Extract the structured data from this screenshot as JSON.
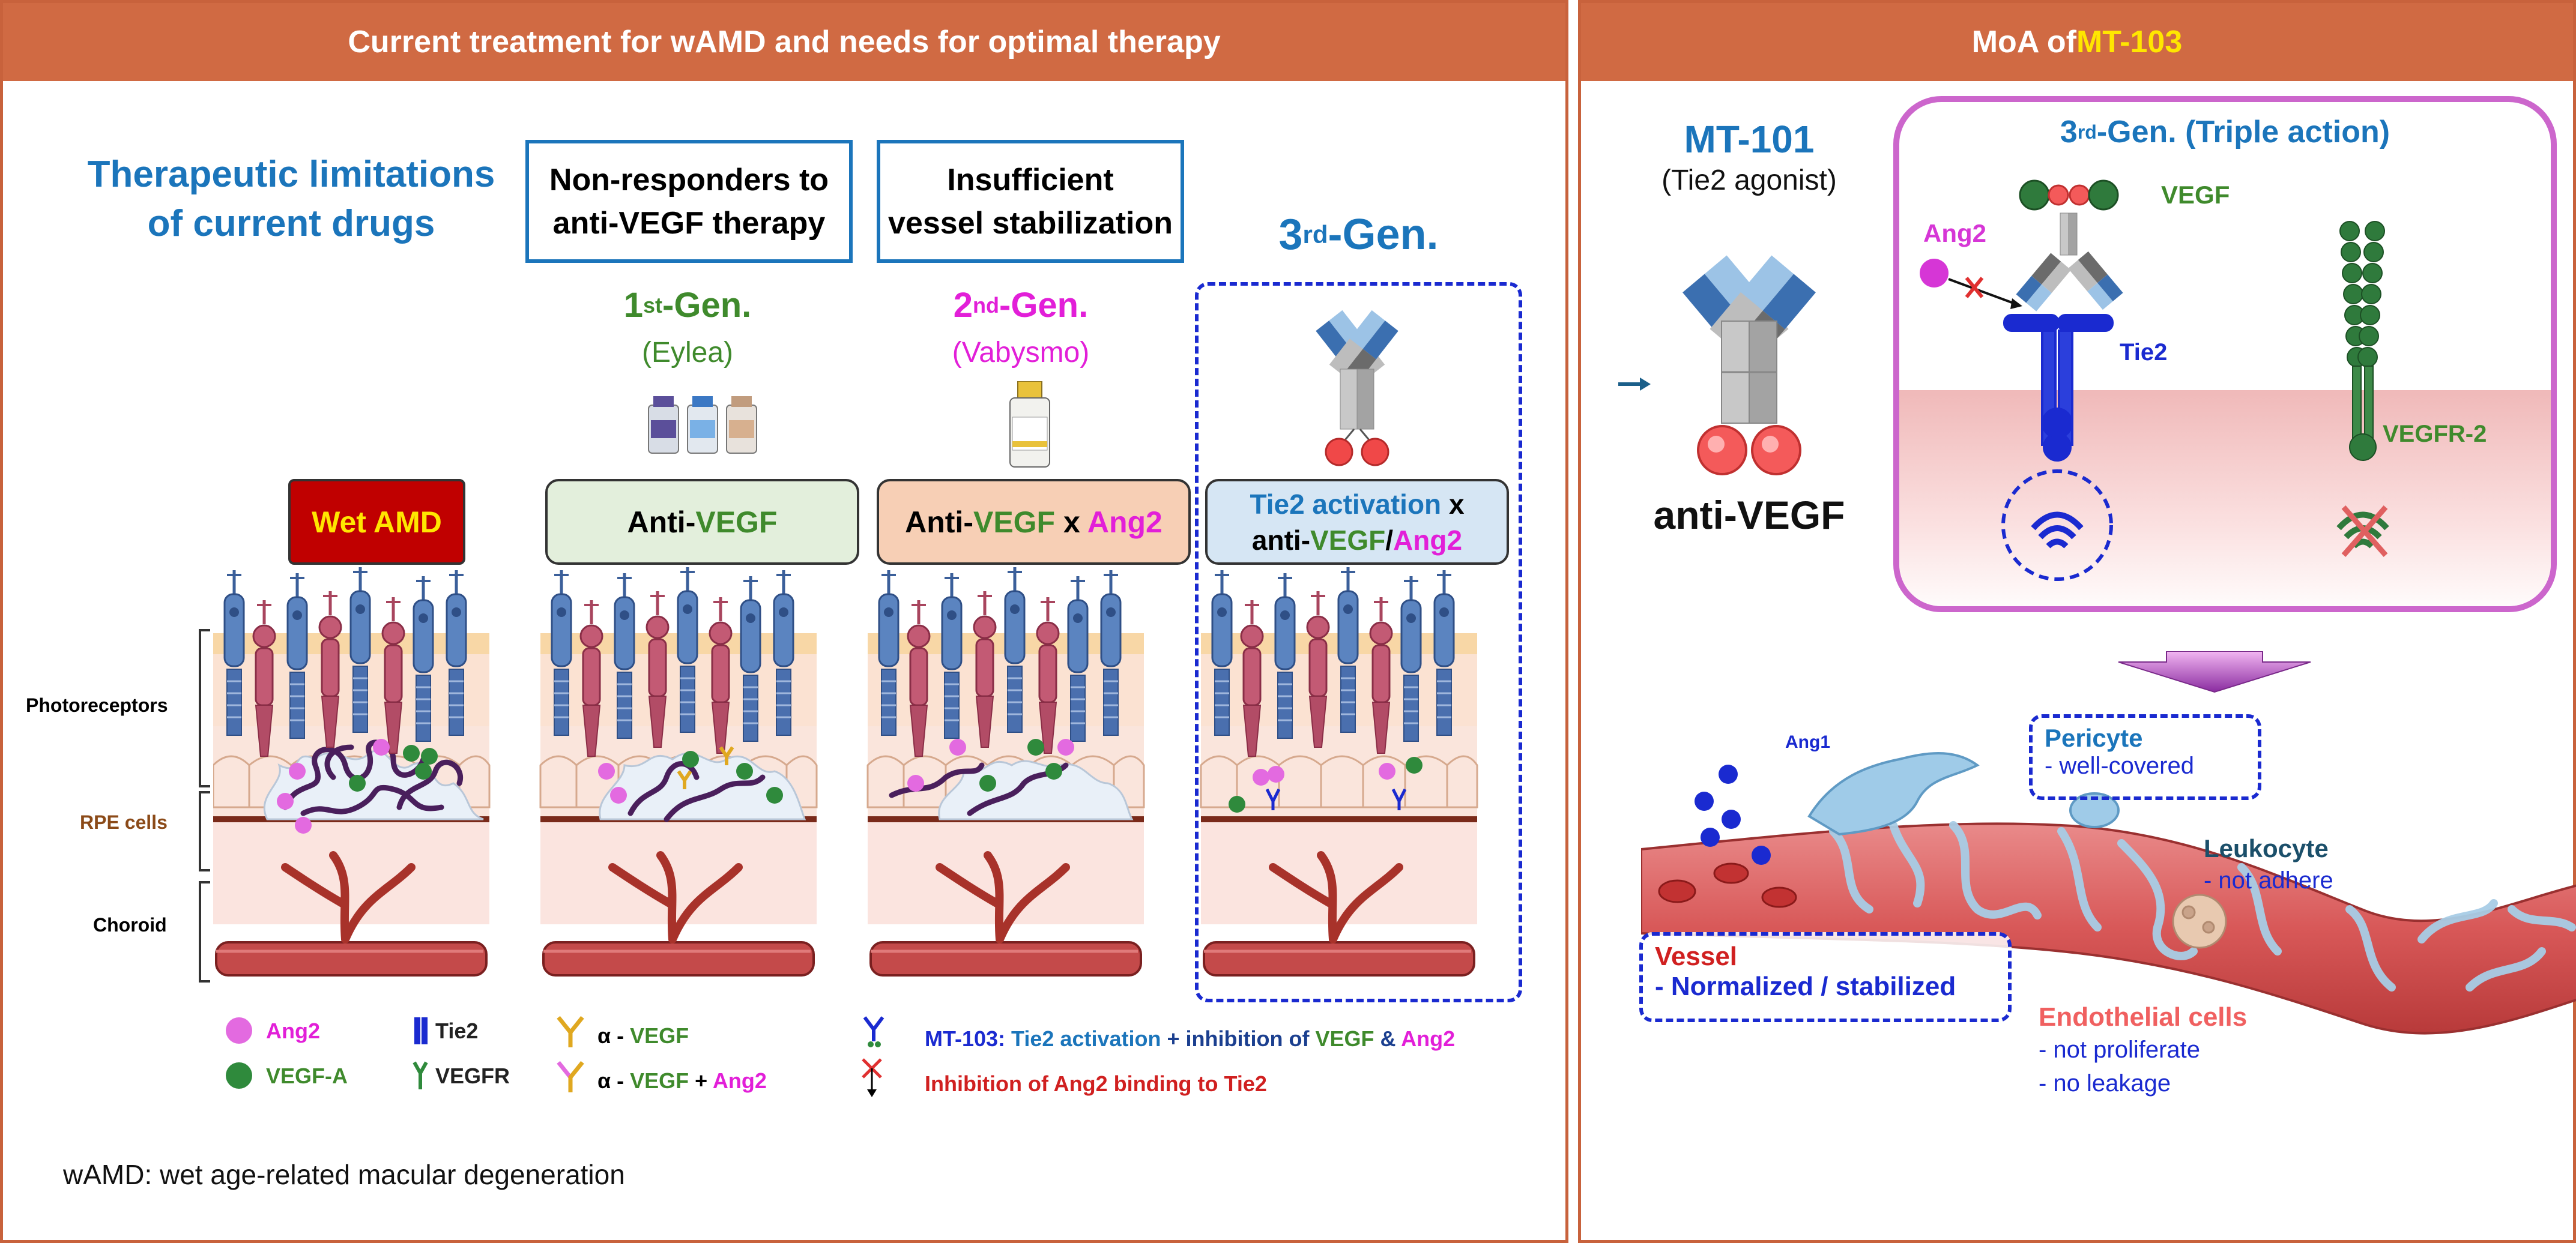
{
  "left_panel": {
    "header": "Current treatment for wAMD and needs for optimal therapy",
    "limitations_title_1": "Therapeutic limitations",
    "limitations_title_2": "of current drugs",
    "box_nonresponders_1": "Non-responders to",
    "box_nonresponders_2": "anti-VEGF therapy",
    "box_insufficient_1": "Insufficient",
    "box_insufficient_2": "vessel stabilization",
    "gen1": {
      "title": "1",
      "sup": "st",
      "suffix": "-Gen.",
      "drug": "(Eylea)"
    },
    "gen2": {
      "title": "2",
      "sup": "nd",
      "suffix": "-Gen.",
      "drug": "(Vabysmo)"
    },
    "gen3": {
      "title": "3",
      "sup": "rd",
      "suffix": "-Gen."
    },
    "labels": {
      "wet_amd": "Wet AMD",
      "anti_vegf_prefix": "Anti-",
      "anti_vegf_word": "VEGF",
      "anti_ang2_prefix": "Anti-",
      "anti_ang2_vegf": "VEGF",
      "anti_ang2_x": " x ",
      "anti_ang2_ang2": "Ang2",
      "tie2_line1_blue": "Tie2 activation",
      "tie2_line1_x": " x",
      "tie2_line2_prefix": "anti-",
      "tie2_line2_vegf": "VEGF",
      "tie2_line2_slash": "/",
      "tie2_line2_ang2": "Ang2"
    },
    "layers": {
      "photoreceptors": "Photoreceptors",
      "rpe": "RPE cells",
      "choroid": "Choroid"
    },
    "legend": {
      "ang2": "Ang2",
      "vegf_a": "VEGF-A",
      "tie2": "Tie2",
      "vegfr": "VEGFR",
      "alpha_vegf_a": "α - ",
      "alpha_vegf_b": "VEGF",
      "alpha_vegf_ang2_a": "α - ",
      "alpha_vegf_ang2_b": "VEGF",
      "alpha_vegf_ang2_c": " + ",
      "alpha_vegf_ang2_d": "Ang2",
      "mt103_a": "MT-103: ",
      "mt103_b": "Tie2 activation",
      "mt103_c": " + inhibition of ",
      "mt103_d": "VEGF",
      "mt103_e": " & ",
      "mt103_f": "Ang2",
      "inhibition": "Inhibition of Ang2 binding to Tie2"
    },
    "footnote": "wAMD: wet age-related macular degeneration"
  },
  "right_panel": {
    "header_a": "MoA of ",
    "header_b": "MT-103",
    "mt101_title": "MT-101",
    "mt101_sub": "(Tie2 agonist)",
    "anti_vegf": "anti-VEGF",
    "gen3_title": "3",
    "gen3_sup": "rd",
    "gen3_suffix": "-Gen. (Triple action)",
    "vegf": "VEGF",
    "ang2": "Ang2",
    "tie2": "Tie2",
    "vegfr2": "VEGFR-2",
    "ang1": "Ang1",
    "pericyte_title": "Pericyte",
    "pericyte_sub": "- well-covered",
    "leukocyte_title": "Leukocyte",
    "leukocyte_sub": "- not adhere",
    "vessel_title": "Vessel",
    "vessel_sub": "- Normalized / stabilized",
    "endo_title": "Endothelial cells",
    "endo_sub1": "- not proliferate",
    "endo_sub2": "- no leakage"
  },
  "colors": {
    "header_bg": "#d06a43",
    "blue": "#1b75bb",
    "green": "#3f8a2c",
    "magenta": "#e21fd8",
    "dashed_blue": "#1a2ad0",
    "frame_purple": "#cc66cc"
  }
}
